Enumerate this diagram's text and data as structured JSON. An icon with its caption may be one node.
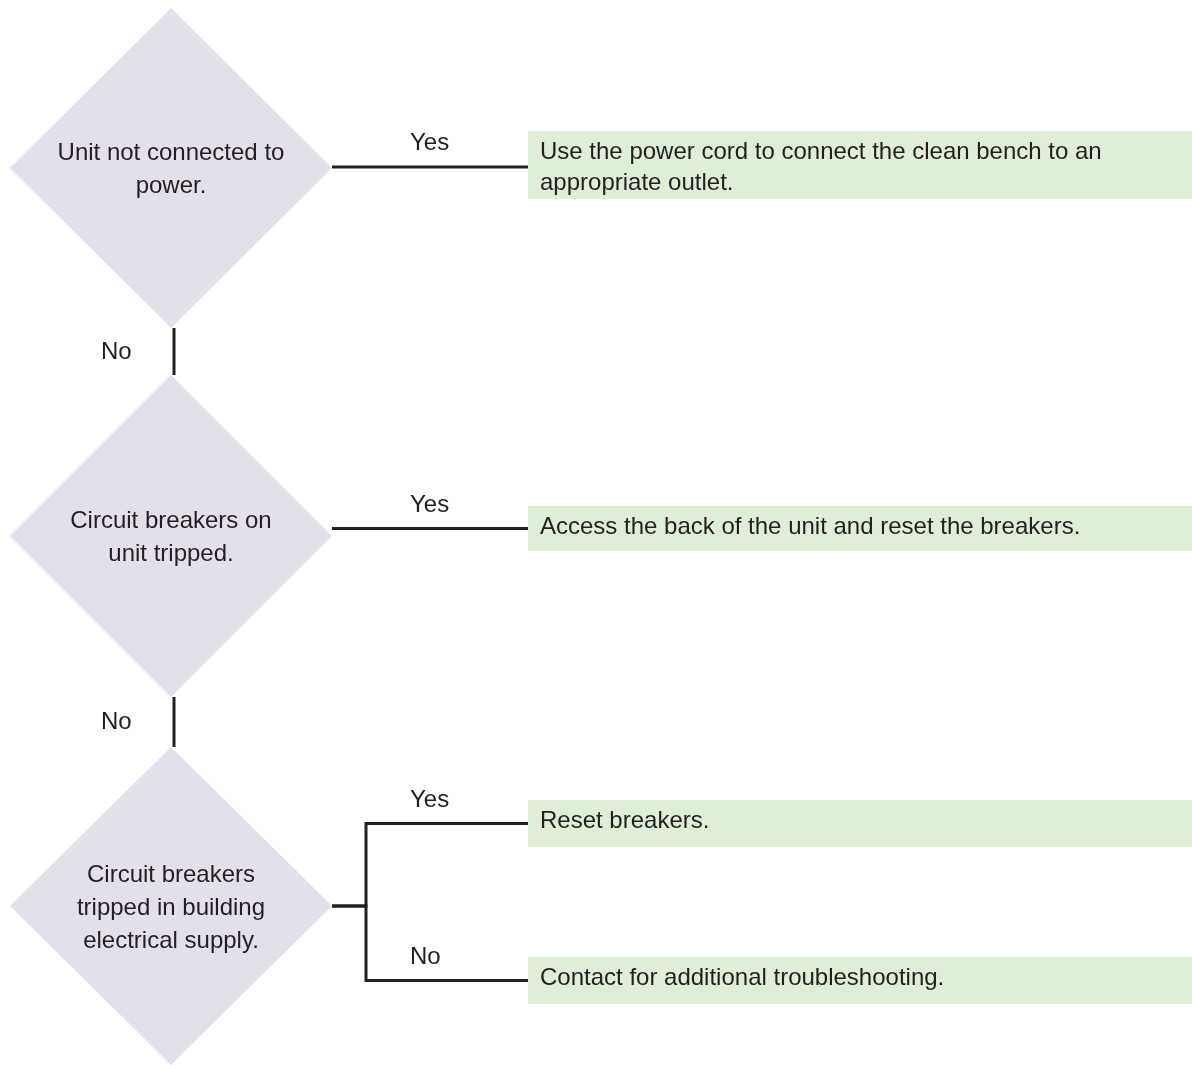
{
  "diagram": {
    "nodes": [
      {
        "text": [
          "Unit not connected to power."
        ]
      },
      {
        "text": [
          "Use the power cord to connect the clean bench to an appropriate outlet."
        ]
      },
      {
        "text": [
          "Circuit breakers on unit tripped."
        ]
      },
      {
        "text": [
          "Access the back of the unit and reset the breakers."
        ]
      },
      {
        "text": [
          "Circuit breakers tripped in building electrical supply."
        ]
      },
      {
        "text": [
          "Reset breakers."
        ]
      },
      {
        "text": [
          "Contact for additional troubleshooting."
        ]
      }
    ],
    "edges": [
      {
        "from": 0,
        "to": 1,
        "arrow": "none",
        "label": "Yes"
      },
      {
        "from": 0,
        "to": 2,
        "arrow": "none",
        "label": "No"
      },
      {
        "from": 2,
        "to": 3,
        "arrow": "none",
        "label": "Yes"
      },
      {
        "from": 2,
        "to": 4,
        "arrow": "none",
        "label": "No"
      },
      {
        "from": 4,
        "to": 5,
        "arrow": "none",
        "label": "Yes"
      },
      {
        "from": 4,
        "to": 6,
        "arrow": "none",
        "label": "No"
      }
    ]
  }
}
